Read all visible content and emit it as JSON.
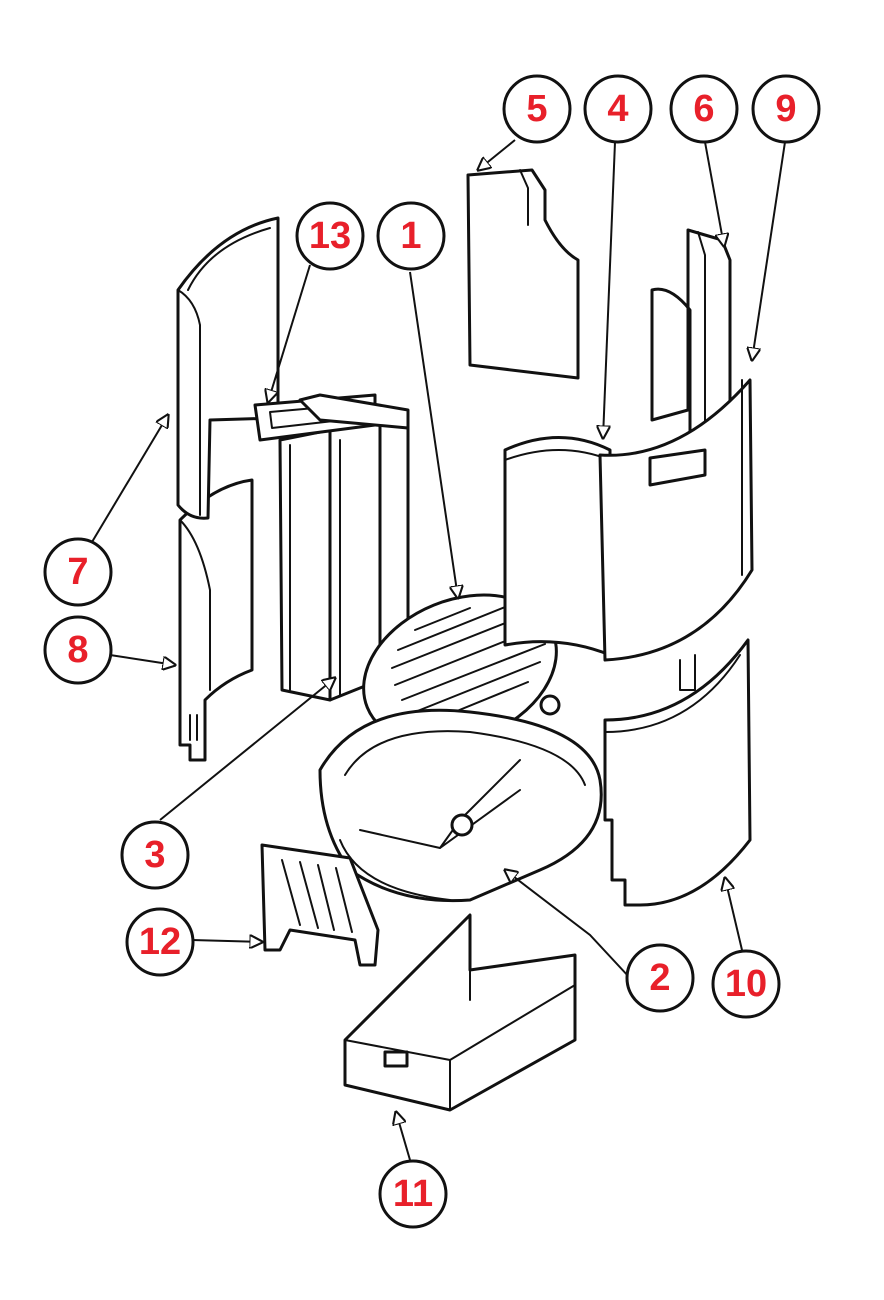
{
  "colors": {
    "highlight": "#ee0000",
    "label_text": "#e8202a",
    "line": "#111111",
    "background": "#ffffff"
  },
  "highlighted_part": "7",
  "callouts": [
    {
      "id": "1",
      "label": "1"
    },
    {
      "id": "2",
      "label": "2"
    },
    {
      "id": "3",
      "label": "3"
    },
    {
      "id": "4",
      "label": "4"
    },
    {
      "id": "5",
      "label": "5"
    },
    {
      "id": "6",
      "label": "6"
    },
    {
      "id": "7",
      "label": "7"
    },
    {
      "id": "8",
      "label": "8"
    },
    {
      "id": "9",
      "label": "9"
    },
    {
      "id": "10",
      "label": "10"
    },
    {
      "id": "11",
      "label": "11"
    },
    {
      "id": "12",
      "label": "12"
    },
    {
      "id": "13",
      "label": "13"
    }
  ]
}
